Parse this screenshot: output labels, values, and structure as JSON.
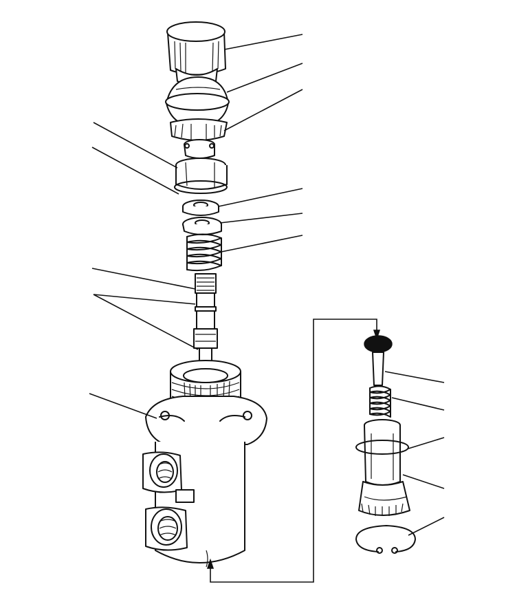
{
  "figure": {
    "type": "exploded-view",
    "subject": "valve-assembly",
    "labels_printed": false
  },
  "main_assembly": {
    "parts": [
      "cap",
      "upper-housing",
      "guide-ring",
      "seal-ring",
      "washer",
      "spring-seat",
      "spring",
      "stem",
      "valve-body"
    ]
  },
  "detail_assembly": {
    "parts": [
      "valve-disc",
      "detail-spring",
      "o-ring",
      "sleeve",
      "snap-ring"
    ]
  },
  "colors": {
    "ink": "#111111",
    "paper": "#ffffff"
  }
}
